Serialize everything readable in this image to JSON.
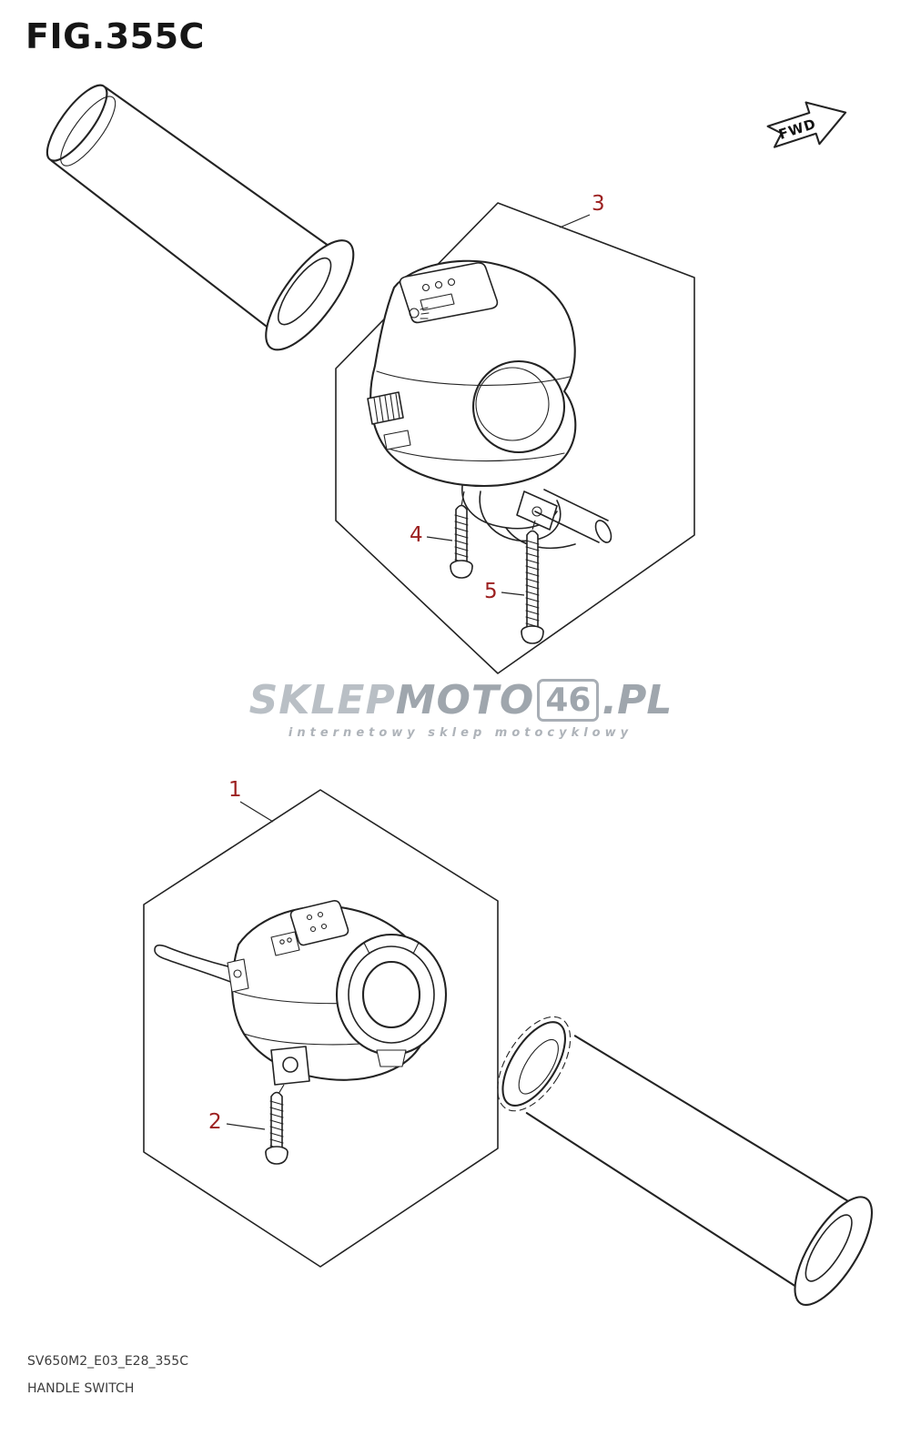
{
  "page": {
    "title": "FIG.355C"
  },
  "fwd_marker": {
    "label": "FWD"
  },
  "callouts": [
    {
      "label": "1"
    },
    {
      "label": "2"
    },
    {
      "label": "3"
    },
    {
      "label": "4"
    },
    {
      "label": "5"
    }
  ],
  "watermark": {
    "part_sklep": "SKLEP",
    "part_moto": "MOTO",
    "part_46": "46",
    "part_pl": ".PL",
    "subtitle": "internetowy sklep motocyklowy"
  },
  "footer": {
    "code": "SV650M2_E03_E28_355C",
    "title": "HANDLE SWITCH"
  },
  "colors": {
    "callout_red": "#9c2020",
    "line_black": "#232323",
    "watermark_gray": "#9aa1a9"
  }
}
